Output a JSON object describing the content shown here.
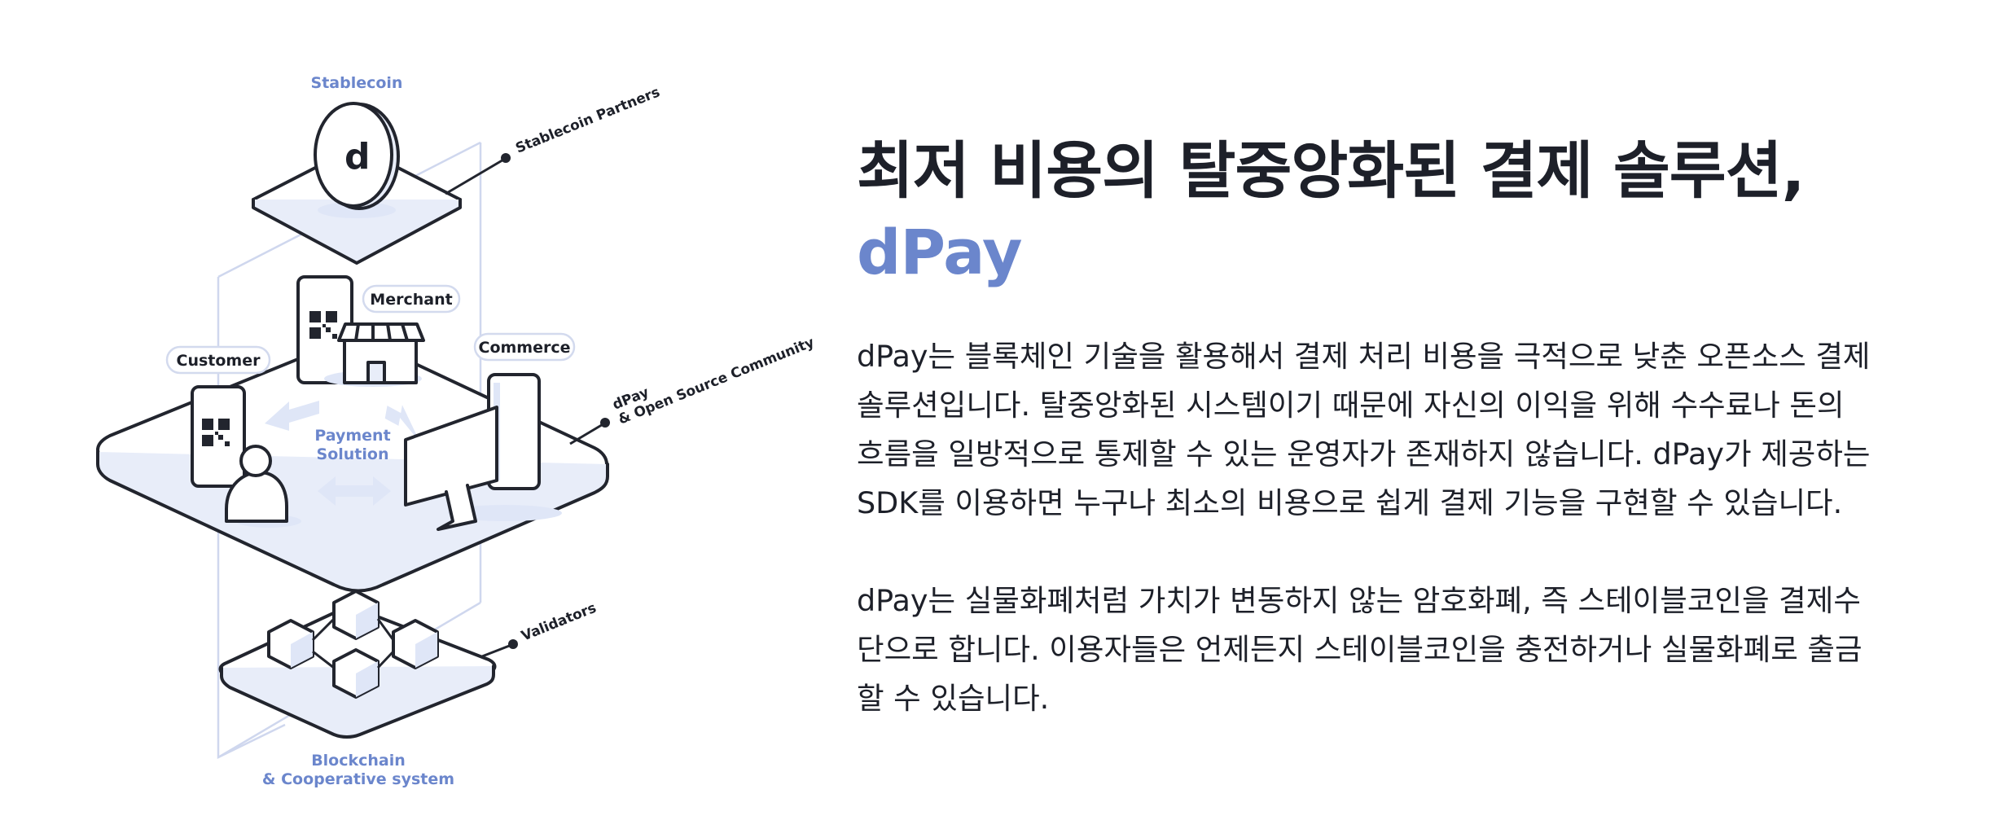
{
  "diagram": {
    "labels": {
      "stablecoin": "Stablecoin",
      "stablecoin_partners": "Stablecoin Partners",
      "merchant": "Merchant",
      "customer": "Customer",
      "commerce": "Commerce",
      "payment_line1": "Payment",
      "payment_line2": "Solution",
      "dpay_line1": "dPay",
      "dpay_line2": "& Open Source Community",
      "validators": "Validators",
      "blockchain_line1": "Blockchain",
      "blockchain_line2": "& Cooperative system",
      "coin_symbol": "d"
    },
    "colors": {
      "accent": "#6b86cc",
      "ink": "#22252e",
      "soft": "#dfe6f7",
      "line": "#c9d2ea"
    }
  },
  "content": {
    "headline_line1": "최저 비용의 탈중앙화된 결제 솔루션,",
    "headline_brand": "dPay",
    "paragraph1": "dPay는 블록체인 기술을 활용해서 결제 처리 비용을 극적으로 낮춘 오픈소스 결제\n솔루션입니다. 탈중앙화된 시스템이기 때문에 자신의 이익을 위해 수수료나 돈의\n흐름을 일방적으로 통제할 수 있는 운영자가 존재하지 않습니다. dPay가 제공하는\nSDK를 이용하면 누구나 최소의 비용으로 쉽게 결제 기능을 구현할 수 있습니다.",
    "paragraph2": "dPay는 실물화폐처럼 가치가 변동하지 않는 암호화폐, 즉 스테이블코인을 결제수\n단으로 합니다. 이용자들은 언제든지 스테이블코인을 충전하거나 실물화폐로 출금\n할 수 있습니다."
  }
}
